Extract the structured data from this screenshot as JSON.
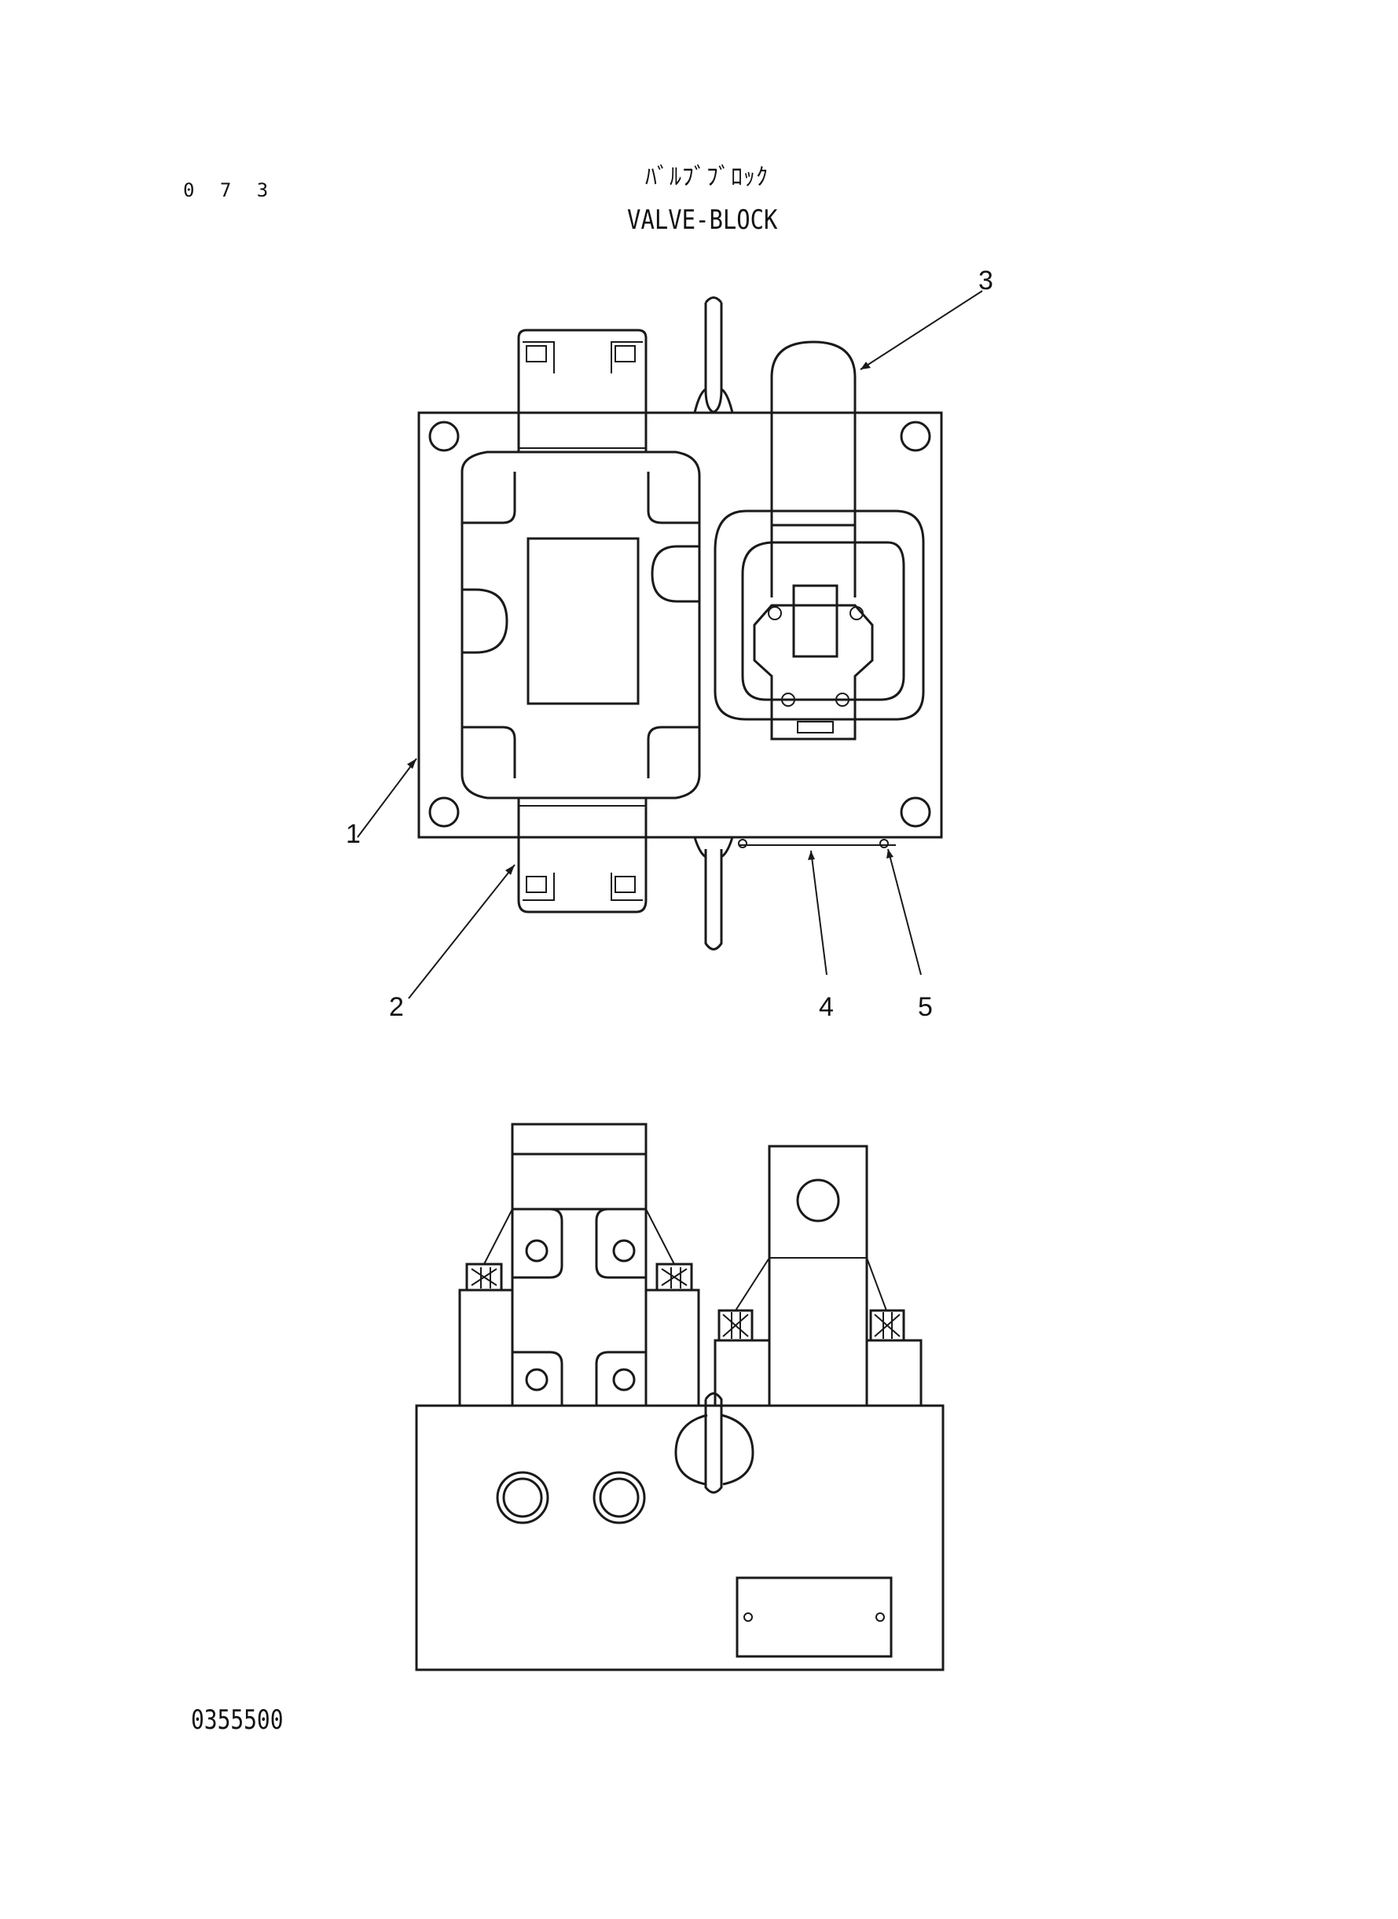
{
  "header": {
    "page_number": "0 7 3",
    "title_jp": "ﾊﾞﾙﾌﾞﾌﾞﾛｯｸ",
    "title_en": "VALVE-BLOCK"
  },
  "callouts": [
    "1",
    "2",
    "3",
    "4",
    "5"
  ],
  "footer": {
    "drawing_code": "0355500"
  }
}
